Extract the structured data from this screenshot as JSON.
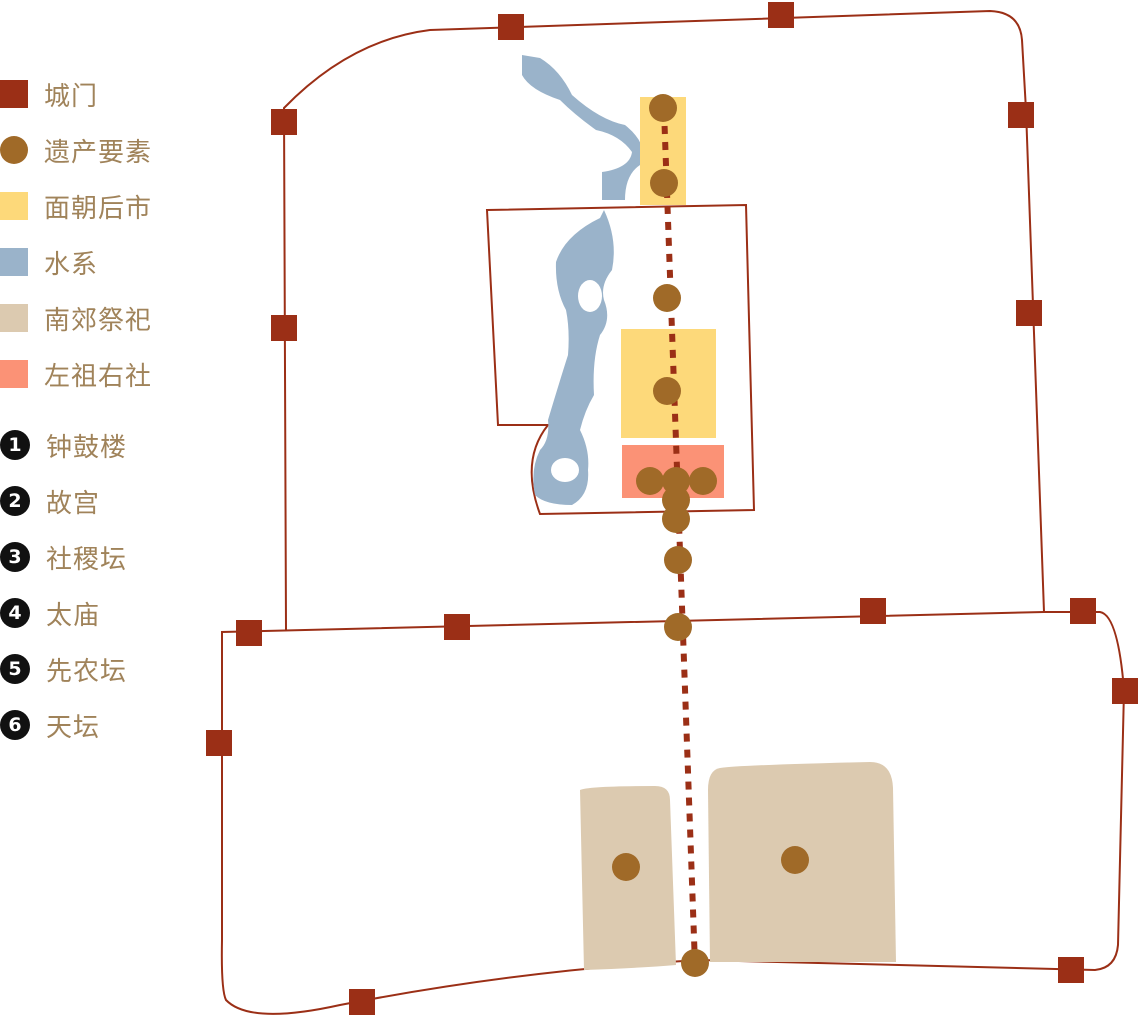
{
  "map": {
    "legend": [
      {
        "label": "城门",
        "shape": "square",
        "color": "#9b2f16"
      },
      {
        "label": "遗产要素",
        "shape": "circle",
        "color": "#a06a28"
      },
      {
        "label": "面朝后市",
        "shape": "square",
        "color": "#fdd97a"
      },
      {
        "label": "水系",
        "shape": "square",
        "color": "#9ab3ca"
      },
      {
        "label": "南郊祭祀",
        "shape": "square",
        "color": "#dccab0"
      },
      {
        "label": "左祖右社",
        "shape": "square",
        "color": "#fb9276"
      }
    ],
    "sites": [
      {
        "number": "1",
        "label": "钟鼓楼"
      },
      {
        "number": "2",
        "label": "故宫"
      },
      {
        "number": "3",
        "label": "社稷坛"
      },
      {
        "number": "4",
        "label": "太庙"
      },
      {
        "number": "5",
        "label": "先农坛"
      },
      {
        "number": "6",
        "label": "天坛"
      }
    ],
    "colors": {
      "wall": "#9b2f16",
      "gate": "#9b2f16",
      "heritage": "#a06a28",
      "market": "#fdd97a",
      "water": "#9ab3ca",
      "altar": "#dccab0",
      "ancestral": "#fb9276",
      "axis": "#9b2f16",
      "text": "#a0835a"
    }
  }
}
